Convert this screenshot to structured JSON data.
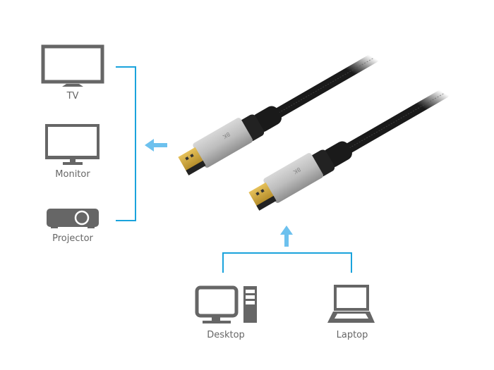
{
  "outputs": {
    "items": [
      {
        "label": "TV",
        "icon": "tv-icon"
      },
      {
        "label": "Monitor",
        "icon": "monitor-icon"
      },
      {
        "label": "Projector",
        "icon": "projector-icon"
      }
    ]
  },
  "inputs": {
    "items": [
      {
        "label": "Desktop",
        "icon": "desktop-icon"
      },
      {
        "label": "Laptop",
        "icon": "laptop-icon"
      }
    ]
  },
  "cable": {
    "connector_a_marking": "8K",
    "connector_b_marking": "8K",
    "type": "DisplayPort"
  },
  "colors": {
    "bracket_line": "#1aa3dc",
    "arrow": "#6dc1ee",
    "icon_gray": "#666666",
    "label_gray": "#666666"
  }
}
